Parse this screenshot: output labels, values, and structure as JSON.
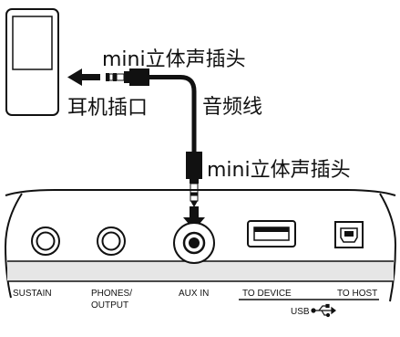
{
  "callouts": {
    "plug_top": "mini立体声插头",
    "headphone_jack": "耳机插口",
    "cable": "音频线",
    "plug_bottom": "mini立体声插头"
  },
  "panel": {
    "labels": {
      "sustain": "SUSTAIN",
      "phones_line1": "PHONES/",
      "phones_line2": "OUTPUT",
      "aux_in": "AUX IN",
      "to_device": "TO DEVICE",
      "to_host": "TO HOST",
      "usb": "USB"
    }
  },
  "icons": {
    "player": "portable-audio-player-icon",
    "arrow": "left-arrow-icon",
    "usb": "usb-symbol-icon"
  },
  "colors": {
    "stroke": "#111111",
    "panel_gray": "#e6e6e6",
    "background": "#ffffff"
  }
}
